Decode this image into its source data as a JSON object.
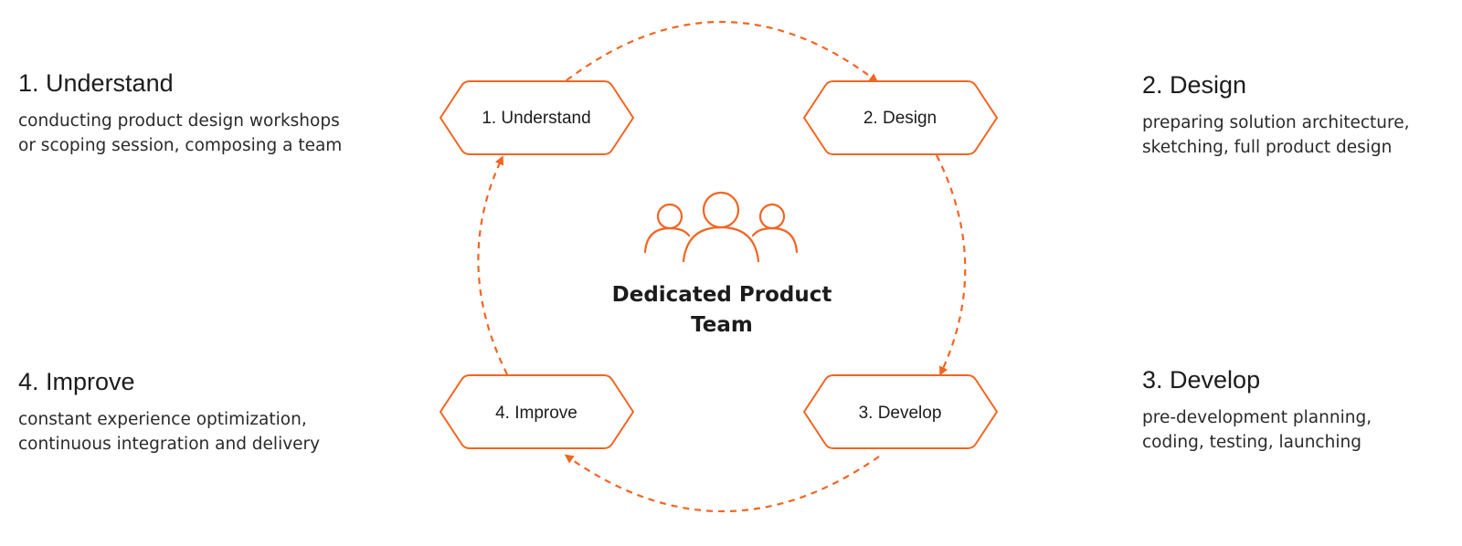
{
  "colors": {
    "accent": "#f26522",
    "text": "#1c1c1c"
  },
  "center": {
    "icon": "team-icon",
    "title_line1": "Dedicated Product",
    "title_line2": "Team"
  },
  "stages": [
    {
      "hex_label": "1. Understand",
      "title": "1. Understand",
      "desc_line1": "conducting product design workshops",
      "desc_line2": "or scoping session, composing a team"
    },
    {
      "hex_label": "2. Design",
      "title": "2. Design",
      "desc_line1": "preparing solution architecture,",
      "desc_line2": "sketching, full product design"
    },
    {
      "hex_label": "3. Develop",
      "title": "3. Develop",
      "desc_line1": "pre-development planning,",
      "desc_line2": "coding, testing, launching"
    },
    {
      "hex_label": "4. Improve",
      "title": "4. Improve",
      "desc_line1": "constant experience optimization,",
      "desc_line2": "continuous integration and delivery"
    }
  ]
}
